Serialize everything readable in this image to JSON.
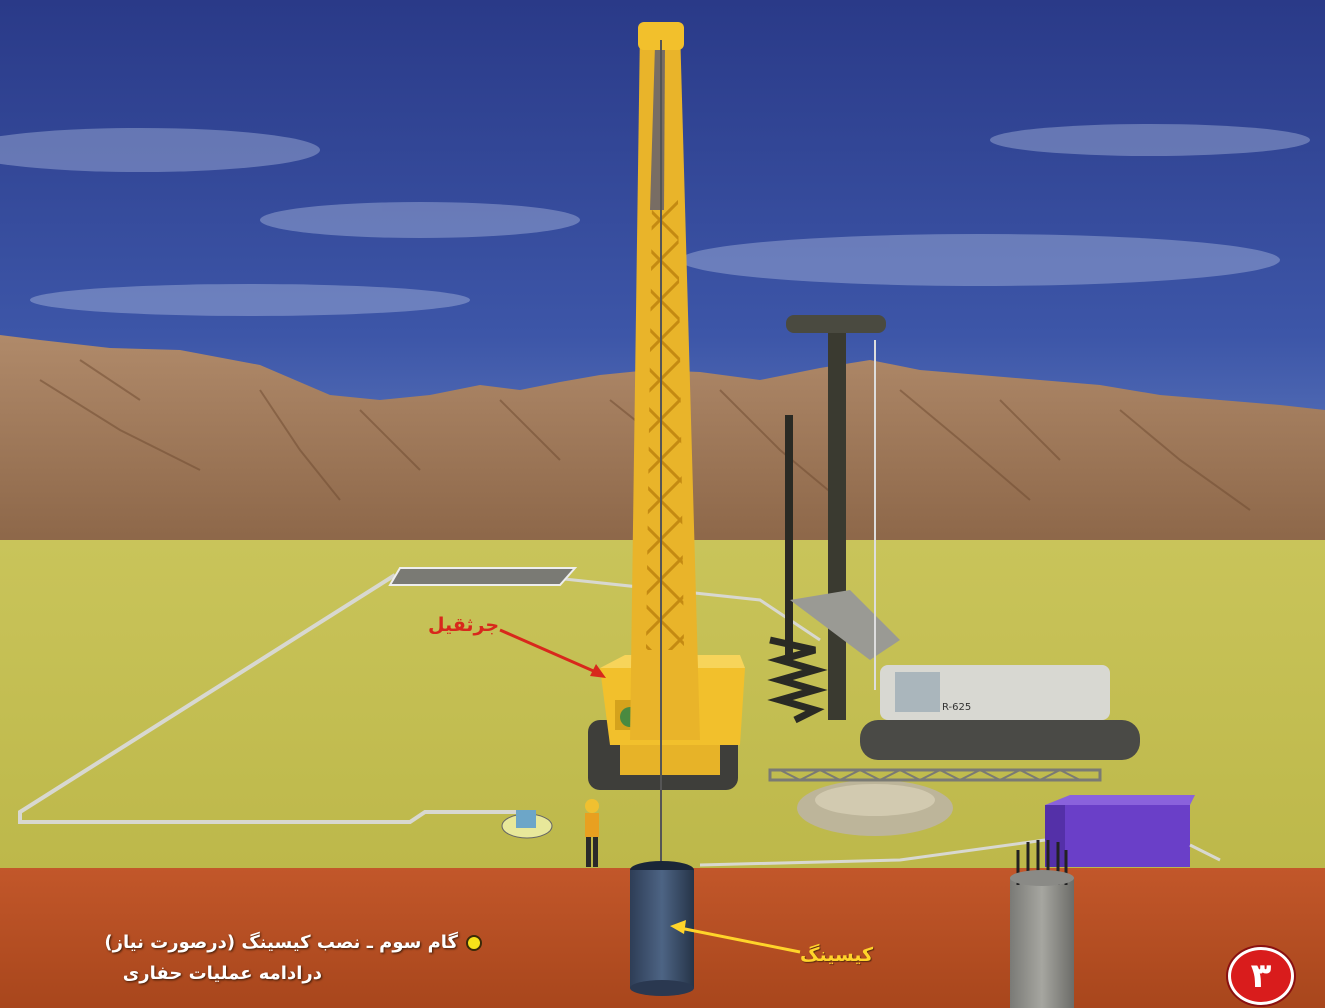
{
  "labels": {
    "crane_label": "جرثقیل",
    "casing_label": "کیسینگ"
  },
  "caption": {
    "line1": "گام سوم ـ نصب کیسینگ (درصورت نیاز)",
    "line2": "درادامه عملیات حفاری"
  },
  "step_badge": "۳",
  "colors": {
    "sky": "#2d3e8c",
    "ground": "#c6c24a",
    "soil": "#b6501f",
    "crane": "#e7b328",
    "label_red": "#d8281c",
    "label_yellow": "#ffd42a",
    "badge": "#d91c1c"
  }
}
